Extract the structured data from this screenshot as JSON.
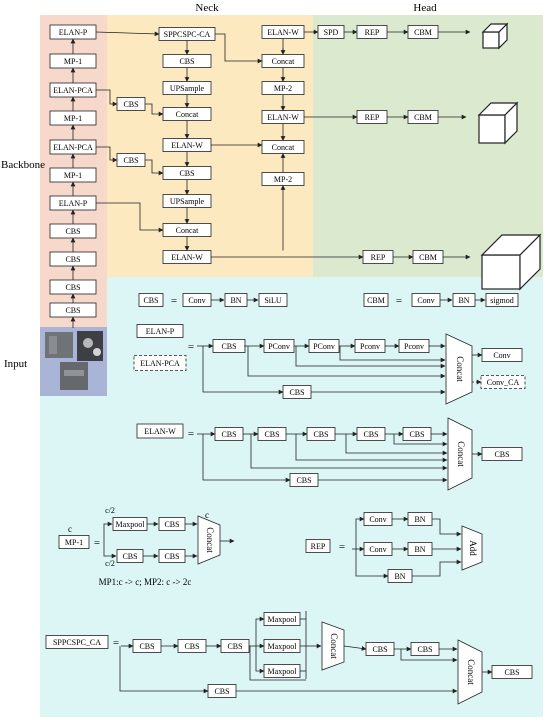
{
  "regions": {
    "neck": "Neck",
    "head": "Head",
    "backbone": "Backbone",
    "input": "Input"
  },
  "colors": {
    "backbone": "#f7d9cc",
    "neck": "#fde9c0",
    "head": "#dbe9cf",
    "details": "#dcf6f6",
    "input_bg": "#a9b4d6",
    "stroke": "#222222"
  },
  "backbone": {
    "blocks": [
      "ELAN-P",
      "MP-1",
      "ELAN-PCA",
      "MP-1",
      "ELAN-PCA",
      "MP-1",
      "ELAN-P",
      "CBS",
      "CBS",
      "CBS",
      "CBS"
    ],
    "side_cbs": [
      "CBS",
      "CBS"
    ]
  },
  "neck": {
    "col1": [
      "SPPCSPC-CA",
      "CBS",
      "UPSample",
      "Concat",
      "ELAN-W",
      "CBS",
      "UPSample",
      "Concat",
      "ELAN-W"
    ],
    "col2": [
      "ELAN-W",
      "Concat",
      "MP-2",
      "ELAN-W",
      "Concat",
      "MP-2"
    ]
  },
  "head": {
    "row1": [
      "SPD",
      "REP",
      "CBM"
    ],
    "row2": [
      "REP",
      "CBM"
    ],
    "row3": [
      "REP",
      "CBM"
    ]
  },
  "defs": {
    "cbs": {
      "name": "CBS",
      "eq": "=",
      "parts": [
        "Conv",
        "BN",
        "SiLU"
      ]
    },
    "cbm": {
      "name": "CBM",
      "eq": "=",
      "parts": [
        "Conv",
        "BN",
        "sigmod"
      ]
    }
  },
  "elan_p": {
    "title": "ELAN-P",
    "alt": "ELAN-PCA",
    "eq": "=",
    "row": [
      "CBS",
      "PConv",
      "PConv",
      "Pconv",
      "Pconv"
    ],
    "bottom": "CBS",
    "concat": "Concat",
    "out": "Conv",
    "out_alt": "Conv_CA"
  },
  "elan_w": {
    "title": "ELAN-W",
    "eq": "=",
    "row": [
      "CBS",
      "CBS",
      "CBS",
      "CBS",
      "CBS"
    ],
    "bottom": "CBS",
    "concat": "Concat",
    "out": "CBS"
  },
  "mp1": {
    "c_label": "c",
    "title": "MP-1",
    "eq": "=",
    "half_top": "c/2",
    "half_bottom": "c/2",
    "top": [
      "Maxpool",
      "CBS"
    ],
    "bottom": [
      "CBS",
      "CBS"
    ],
    "c_out": "c",
    "concat": "Concat",
    "note": "MP1:c -> c;  MP2: c -> 2c"
  },
  "rep": {
    "title": "REP",
    "eq": "=",
    "rows": [
      [
        "Conv",
        "BN"
      ],
      [
        "Conv",
        "BN"
      ],
      [
        "BN"
      ]
    ],
    "add": "Add"
  },
  "sppcspc": {
    "title": "SPPCSPC_CA",
    "eq": "=",
    "row": [
      "CBS",
      "CBS",
      "CBS"
    ],
    "pools": [
      "Maxpool",
      "Maxpool",
      "Maxpool"
    ],
    "concat1": "Concat",
    "after": [
      "CBS",
      "CBS"
    ],
    "bottom": "CBS",
    "concat2": "Concat",
    "out": "CBS"
  }
}
